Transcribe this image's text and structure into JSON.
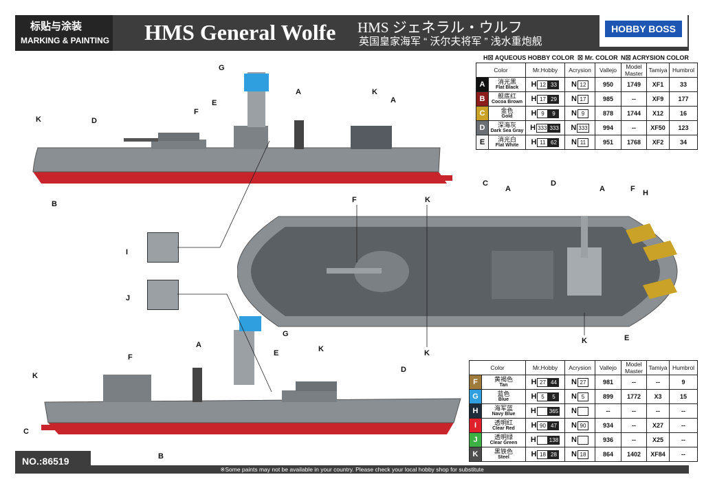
{
  "header": {
    "label_cn": "标贴与涂装",
    "label_en": "MARKING & PAINTING",
    "title": "HMS General Wolfe",
    "subtitle_jp": "HMS ジェネラル・ウルフ",
    "subtitle_cn": "英国皇家海军 “ 沃尔夫将军 ” 浅水重炮舰",
    "logo": "HOBBY BOSS"
  },
  "legend": {
    "h": "H☒ AQUEOUS HOBBY COLOR",
    "m": "☒ Mr. COLOR",
    "n": "N☒ ACRYSION COLOR"
  },
  "table_headers": [
    "Color",
    "Mr.Hobby",
    "Acrysion",
    "Vallejo",
    "Model Master",
    "Tamiya",
    "Humbrol"
  ],
  "paints_top": [
    {
      "letter": "A",
      "swatch": "#111111",
      "cn": "消光黑",
      "en": "Flat Black",
      "h1": "12",
      "h2": "33",
      "n": "12",
      "vallejo": "950",
      "mm": "1749",
      "tamiya": "XF1",
      "humbrol": "33"
    },
    {
      "letter": "B",
      "swatch": "#8b1d1d",
      "cn": "舰底红",
      "en": "Cocoa Brown",
      "h1": "17",
      "h2": "29",
      "n": "17",
      "vallejo": "985",
      "mm": "--",
      "tamiya": "XF9",
      "humbrol": "177"
    },
    {
      "letter": "C",
      "swatch": "#c9a227",
      "cn": "金色",
      "en": "Gold",
      "h1": "9",
      "h2": "9",
      "n": "9",
      "vallejo": "878",
      "mm": "1744",
      "tamiya": "X12",
      "humbrol": "16"
    },
    {
      "letter": "D",
      "swatch": "#6c6f73",
      "cn": "深海灰",
      "en": "Dark Sea Gray",
      "h1": "333",
      "h2": "333",
      "n": "333",
      "vallejo": "994",
      "mm": "--",
      "tamiya": "XF50",
      "humbrol": "123"
    },
    {
      "letter": "E",
      "swatch": "#f4f4f4",
      "cn": "消光白",
      "en": "Flat White",
      "h1": "11",
      "h2": "62",
      "n": "11",
      "vallejo": "951",
      "mm": "1768",
      "tamiya": "XF2",
      "humbrol": "34"
    }
  ],
  "paints_bottom": [
    {
      "letter": "F",
      "swatch": "#a07a3a",
      "cn": "黄褐色",
      "en": "Tan",
      "h1": "27",
      "h2": "44",
      "n": "27",
      "vallejo": "981",
      "mm": "--",
      "tamiya": "--",
      "humbrol": "9"
    },
    {
      "letter": "G",
      "swatch": "#2f9fe0",
      "cn": "蓝色",
      "en": "Blue",
      "h1": "5",
      "h2": "5",
      "n": "5",
      "vallejo": "899",
      "mm": "1772",
      "tamiya": "X3",
      "humbrol": "15"
    },
    {
      "letter": "H",
      "swatch": "#1f2c3a",
      "cn": "海军蓝",
      "en": "Navy Blue",
      "h1": "",
      "h2": "365",
      "n": "",
      "vallejo": "--",
      "mm": "--",
      "tamiya": "--",
      "humbrol": "--"
    },
    {
      "letter": "I",
      "swatch": "#e0202a",
      "cn": "透明红",
      "en": "Clear Red",
      "h1": "90",
      "h2": "47",
      "n": "90",
      "vallejo": "934",
      "mm": "--",
      "tamiya": "X27",
      "humbrol": "--"
    },
    {
      "letter": "J",
      "swatch": "#3cb043",
      "cn": "透明绿",
      "en": "Clear Green",
      "h1": "",
      "h2": "138",
      "n": "",
      "vallejo": "936",
      "mm": "--",
      "tamiya": "X25",
      "humbrol": "--"
    },
    {
      "letter": "K",
      "swatch": "#4d4d4d",
      "cn": "黑铁色",
      "en": "Steel",
      "h1": "18",
      "h2": "28",
      "n": "18",
      "vallejo": "864",
      "mm": "1402",
      "tamiya": "XF84",
      "humbrol": "--"
    }
  ],
  "product_no": "NO.:86519",
  "footer": "※Some paints may not be available in your country. Please check your local hobby shop for substitute",
  "callouts": [
    "A",
    "B",
    "C",
    "D",
    "E",
    "F",
    "G",
    "H",
    "I",
    "J",
    "K"
  ]
}
